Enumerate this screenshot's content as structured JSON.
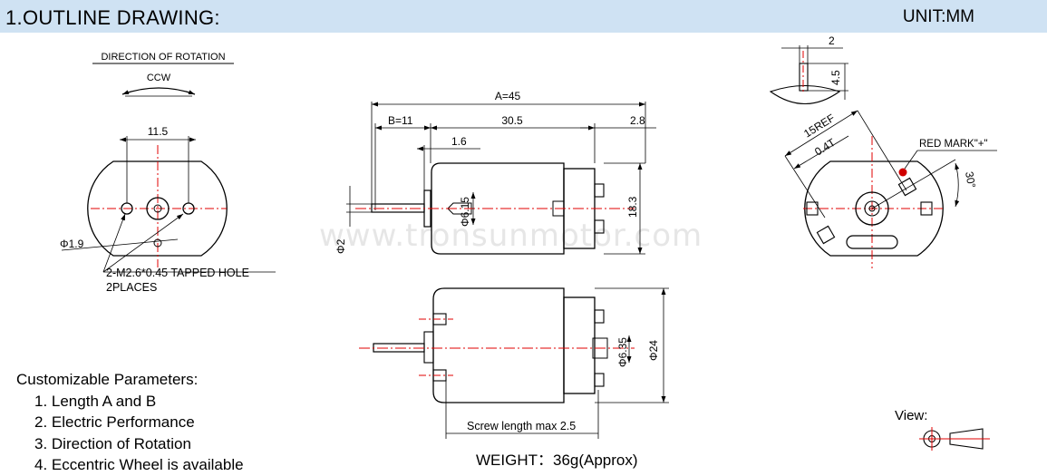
{
  "header": {
    "title": "1.OUTLINE DRAWING:",
    "unit": "UNIT:MM"
  },
  "watermark": "www.tronsunmotor.com",
  "left_view": {
    "rotation_label": "DIRECTION OF ROTATION",
    "rotation_dir": "CCW",
    "dim_hole_spacing": "11.5",
    "dim_hole_dia": "Φ1.9",
    "hole_note_line1": "2-M2.6*0.45 TAPPED HOLE",
    "hole_note_line2": "2PLACES"
  },
  "side_view": {
    "dim_a": "A=45",
    "dim_b": "B=11",
    "dim_body": "30.5",
    "dim_terminal": "2.8",
    "dim_shoulder": "1.6",
    "dim_boss": "Φ6.15",
    "dim_height": "18.3",
    "dim_shaft": "Φ2"
  },
  "top_view": {
    "dim_boss": "Φ6.35",
    "dim_dia": "Φ24",
    "screw_note": "Screw length max 2.5"
  },
  "right_view": {
    "dim_term_width": "2",
    "dim_term_height": "4.5",
    "dim_ref": "15REF",
    "dim_thickness": "0.4T",
    "red_mark": "RED MARK\"+\"",
    "angle": "30°"
  },
  "params": {
    "title": "Customizable Parameters:",
    "items": [
      "1. Length A and B",
      "2. Electric Performance",
      "3. Direction of Rotation",
      "4. Eccentric Wheel is available"
    ]
  },
  "weight": "WEIGHT：36g(Approx)",
  "view_label": "View:",
  "colors": {
    "header_bg": "#cfe2f3",
    "center_line": "#e00000",
    "red_mark": "#d00000"
  }
}
